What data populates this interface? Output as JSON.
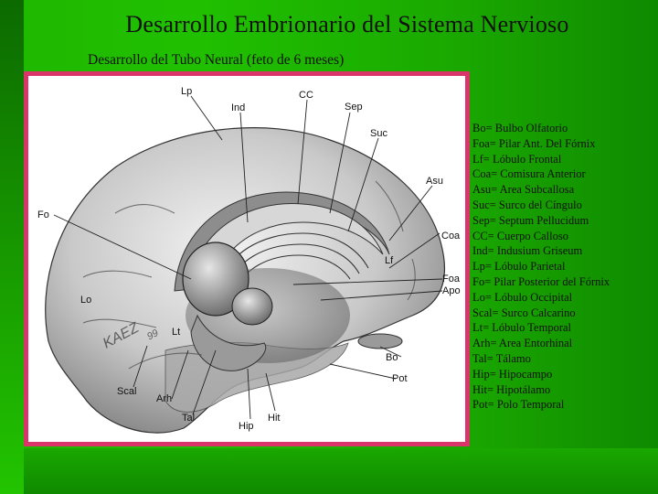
{
  "title": "Desarrollo Embrionario del Sistema Nervioso",
  "subtitle": "Desarrollo del Tubo Neural (feto de 6 meses)",
  "figure": {
    "signature": "KAEZ 99",
    "labels": {
      "lp": "Lp",
      "cc": "CC",
      "ind": "Ind",
      "sep": "Sep",
      "suc": "Suc",
      "asu": "Asu",
      "fo": "Fo",
      "coa": "Coa",
      "lf": "Lf",
      "foa": "Foa",
      "apo": "Apo",
      "lo": "Lo",
      "lt": "Lt",
      "bo": "Bo",
      "scal": "Scal",
      "arh": "Arh",
      "pot": "Pot",
      "tal": "Tal",
      "hip": "Hip",
      "hit": "Hit"
    }
  },
  "legend": [
    "Bo= Bulbo Olfatorio",
    "Foa= Pilar Ant. Del Fórnix",
    "Lf= Lóbulo Frontal",
    "Coa= Comisura Anterior",
    "Asu= Area Subcallosa",
    "Suc= Surco del Cíngulo",
    "Sep= Septum Pellucidum",
    "CC= Cuerpo Calloso",
    "Ind= Indusium Griseum",
    "Lp= Lóbulo Parietal",
    "Fo= Pilar Posterior del Fórnix",
    "Lo= Lóbulo Occipital",
    "Scal= Surco Calcarino",
    "Lt= Lóbulo Temporal",
    "Arh= Area Entorhinal",
    "Tal= Tálamo",
    "Hip= Hipocampo",
    "Hit= Hipotálamo",
    "Pot= Polo Temporal"
  ]
}
